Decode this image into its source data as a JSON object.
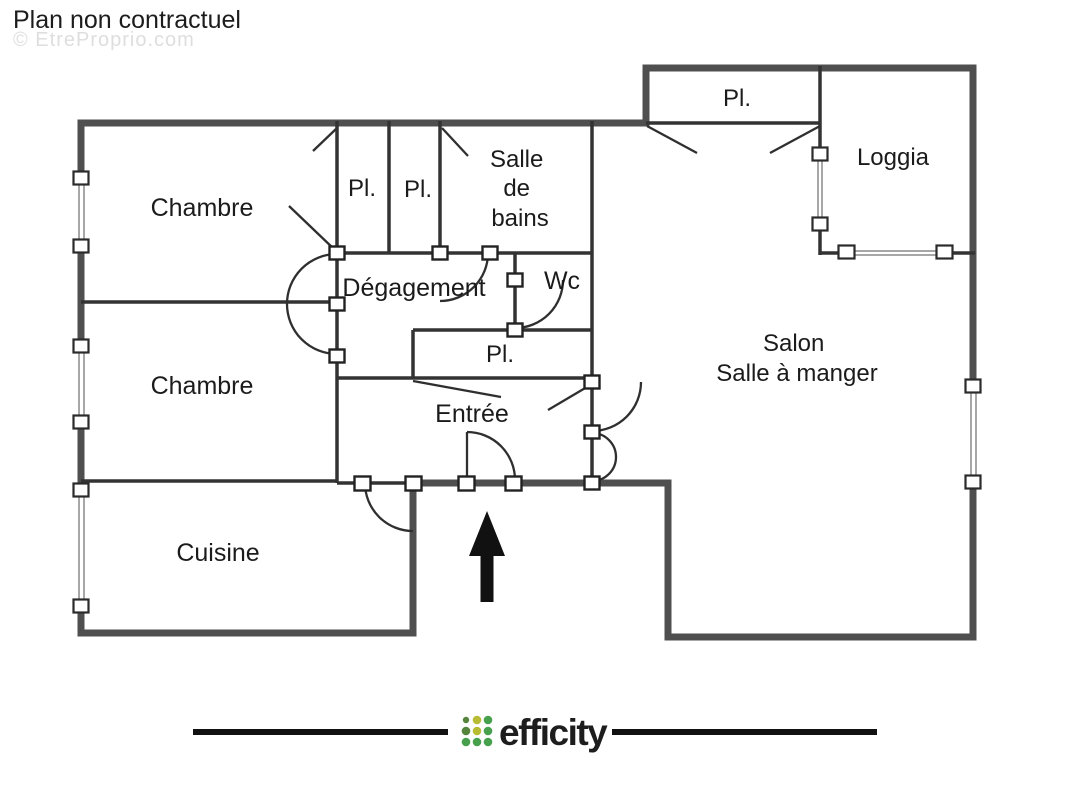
{
  "page": {
    "title": "Plan non contractuel",
    "watermark": "© EtreProprio.com"
  },
  "plan": {
    "rooms": {
      "chambre_1": {
        "label": "Chambre"
      },
      "chambre_2": {
        "label": "Chambre"
      },
      "placard_1": {
        "label": "Pl."
      },
      "placard_2": {
        "label": "Pl."
      },
      "salle_de_bains": {
        "lines": [
          "Salle",
          "de",
          "bains"
        ]
      },
      "degagement": {
        "label": "Dégagement"
      },
      "wc": {
        "label": "Wc"
      },
      "placard_entree": {
        "label": "Pl."
      },
      "entree": {
        "label": "Entrée"
      },
      "cuisine": {
        "label": "Cuisine"
      },
      "salon": {
        "lines": [
          "Salon",
          "Salle à manger"
        ]
      },
      "loggia": {
        "label": "Loggia"
      },
      "placard_haut": {
        "label": "Pl."
      }
    }
  },
  "footer": {
    "brand": "efficity"
  },
  "colors": {
    "exterior_wall": "#4f4f4f",
    "interior_wall": "#333333",
    "arrow_black": "#111111",
    "brand_green": "#46a04c",
    "brand_dark_green": "#55853c",
    "brand_olive": "#b8bc35",
    "watermark_gray": "#dedede"
  }
}
